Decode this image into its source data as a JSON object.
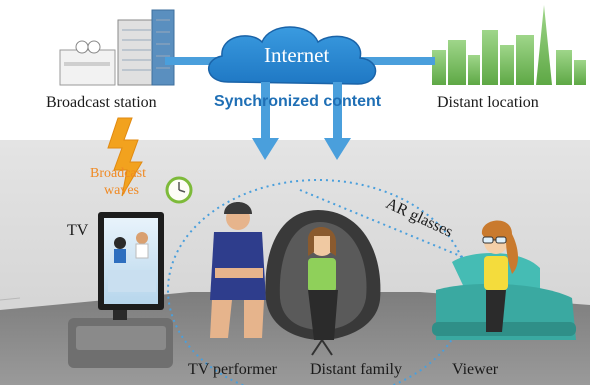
{
  "labels": {
    "internet": "Internet",
    "broadcast_station": "Broadcast station",
    "synchronized_content": "Synchronized content",
    "distant_location": "Distant location",
    "broadcast_waves_line1": "Broadcast",
    "broadcast_waves_line2": "waves",
    "tv": "TV",
    "ar_glasses": "AR glasses",
    "tv_performer": "TV performer",
    "distant_family": "Distant family",
    "viewer": "Viewer"
  },
  "colors": {
    "cloud": "#2f8fd4",
    "sync_text": "#1f6fb5",
    "arrow": "#4a9fdc",
    "wave_text": "#f08a24",
    "lightning": "#f0a020",
    "room_floor": "#8c8c8c",
    "room_wall": "#d7d7d7",
    "sofa": "#3fb8b0",
    "chair": "#3a3a3a"
  },
  "icons": [
    "building-icon",
    "city-skyline-icon",
    "cloud-icon",
    "lightning-icon",
    "clock-icon",
    "tv-icon",
    "person-icon",
    "sofa-icon",
    "egg-chair-icon",
    "ar-glasses-icon"
  ]
}
